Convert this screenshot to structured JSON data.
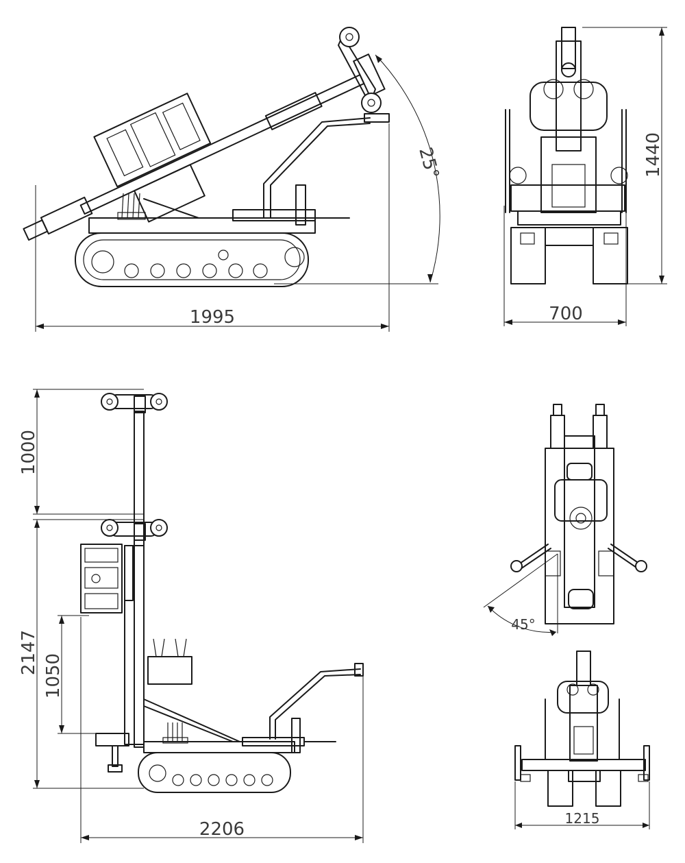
{
  "dimensions": {
    "side_tilted_length": "1995",
    "side_tilt_angle": "25°",
    "front_height": "1440",
    "front_width": "700",
    "side_vertical_mast": "1000",
    "side_vertical_total_height": "2147",
    "side_vertical_head_height": "1050",
    "side_vertical_length": "2206",
    "top_swing_angle": "45°",
    "front_vertical_width": "1215"
  },
  "colors": {
    "line": "#1a1a1a",
    "text": "#3a3a3a",
    "background": "#ffffff"
  }
}
